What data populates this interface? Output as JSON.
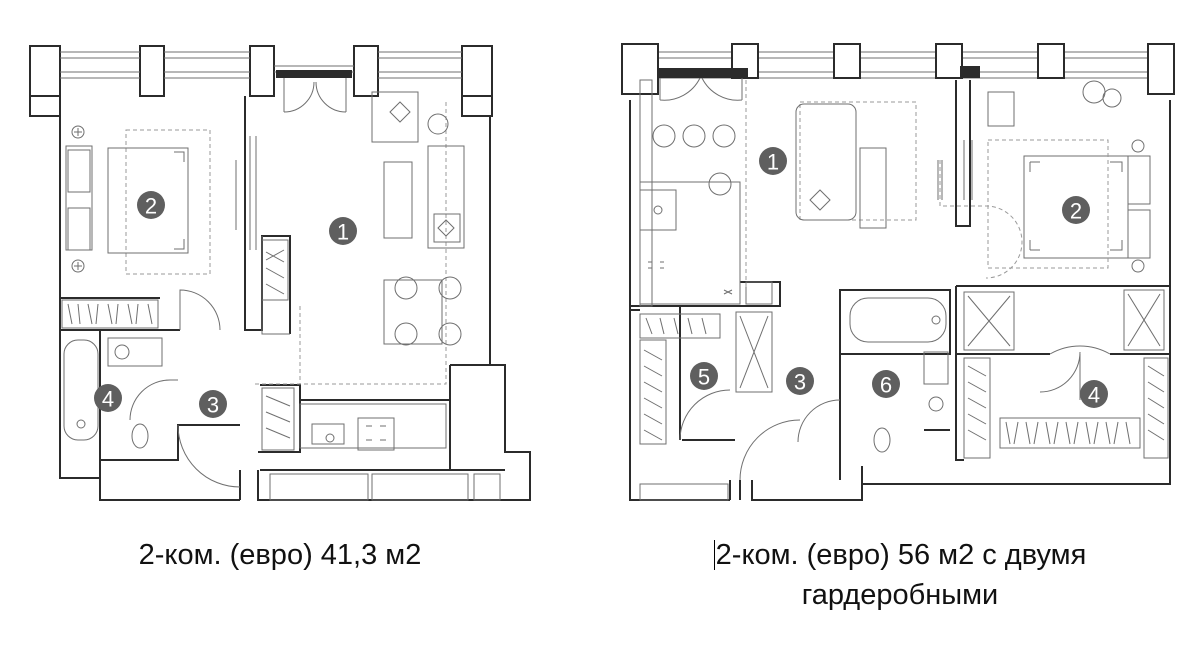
{
  "plans": [
    {
      "caption": "2-ком. (евро) 41,3 м2",
      "rooms": [
        "1",
        "2",
        "3",
        "4"
      ]
    },
    {
      "caption_line1": "2-ком. (евро) 56 м2 с двумя",
      "caption_line2": "гардеробными",
      "rooms": [
        "1",
        "2",
        "3",
        "4",
        "5",
        "6"
      ]
    }
  ]
}
